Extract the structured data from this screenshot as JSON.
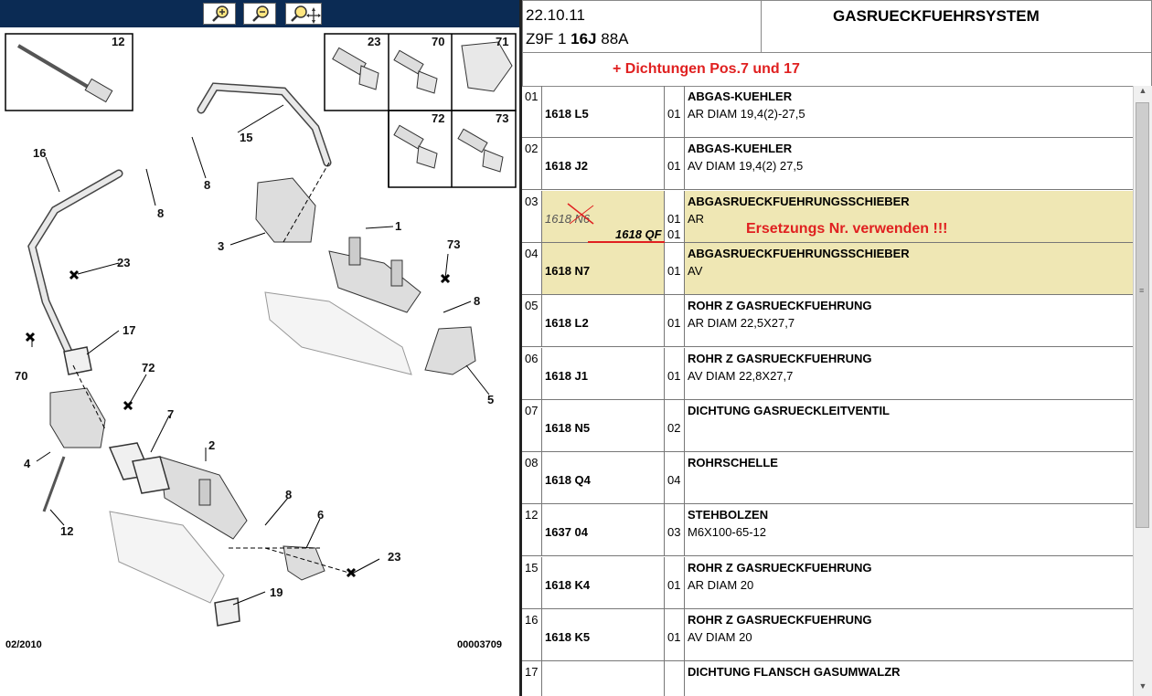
{
  "toolbar": {
    "buttons": [
      "zoom-in",
      "zoom-out",
      "zoom-pan"
    ]
  },
  "diagram": {
    "callouts": [
      "12",
      "23",
      "70",
      "71",
      "72",
      "73",
      "16",
      "8",
      "15",
      "8",
      "1",
      "3",
      "73",
      "23",
      "8",
      "17",
      "70",
      "72",
      "7",
      "2",
      "4",
      "8",
      "6",
      "5",
      "12",
      "23",
      "19"
    ],
    "footer_left": "02/2010",
    "footer_right": "00003709"
  },
  "header": {
    "date": "22.10.11",
    "vehicle_code_a": "Z9F 1",
    "vehicle_code_b": "16J",
    "vehicle_code_c": "88A",
    "title": "GASRUECKFUEHRSYSTEM",
    "note": "+ Dichtungen Pos.7 und 17",
    "note_color": "#e02020"
  },
  "annotations": {
    "old_ref": "1618 N6",
    "new_ref": "1618 QF",
    "new_qty": "01",
    "message": "Ersetzungs Nr. verwenden !!!"
  },
  "rows": [
    {
      "pos": "01",
      "ref": "1618 L5",
      "qty": "01",
      "title": "ABGAS-KUEHLER",
      "detail": "AR DIAM 19,4(2)-27,5",
      "highlight": false
    },
    {
      "pos": "02",
      "ref": "1618 J2",
      "qty": "01",
      "title": "ABGAS-KUEHLER",
      "detail": "AV DIAM 19,4(2) 27,5",
      "highlight": false
    },
    {
      "pos": "03",
      "ref": "",
      "qty": "01",
      "title": "ABGASRUECKFUEHRUNGSSCHIEBER",
      "detail": "AR",
      "highlight": true
    },
    {
      "pos": "04",
      "ref": "1618 N7",
      "qty": "01",
      "title": "ABGASRUECKFUEHRUNGSSCHIEBER",
      "detail": "AV",
      "highlight": true
    },
    {
      "pos": "05",
      "ref": "1618 L2",
      "qty": "01",
      "title": "ROHR Z GASRUECKFUEHRUNG",
      "detail": "AR DIAM 22,5X27,7",
      "highlight": false
    },
    {
      "pos": "06",
      "ref": "1618 J1",
      "qty": "01",
      "title": "ROHR Z GASRUECKFUEHRUNG",
      "detail": "AV DIAM 22,8X27,7",
      "highlight": false
    },
    {
      "pos": "07",
      "ref": "1618 N5",
      "qty": "02",
      "title": "DICHTUNG GASRUECKLEITVENTIL",
      "detail": "",
      "highlight": false
    },
    {
      "pos": "08",
      "ref": "1618 Q4",
      "qty": "04",
      "title": "ROHRSCHELLE",
      "detail": "",
      "highlight": false
    },
    {
      "pos": "12",
      "ref": "1637 04",
      "qty": "03",
      "title": "STEHBOLZEN",
      "detail": "M6X100-65-12",
      "highlight": false
    },
    {
      "pos": "15",
      "ref": "1618 K4",
      "qty": "01",
      "title": "ROHR Z GASRUECKFUEHRUNG",
      "detail": "AR DIAM 20",
      "highlight": false
    },
    {
      "pos": "16",
      "ref": "1618 K5",
      "qty": "01",
      "title": "ROHR Z GASRUECKFUEHRUNG",
      "detail": "AV DIAM 20",
      "highlight": false
    },
    {
      "pos": "17",
      "ref": "",
      "qty": "",
      "title": "DICHTUNG FLANSCH GASUMWALZR",
      "detail": "",
      "highlight": false
    }
  ]
}
